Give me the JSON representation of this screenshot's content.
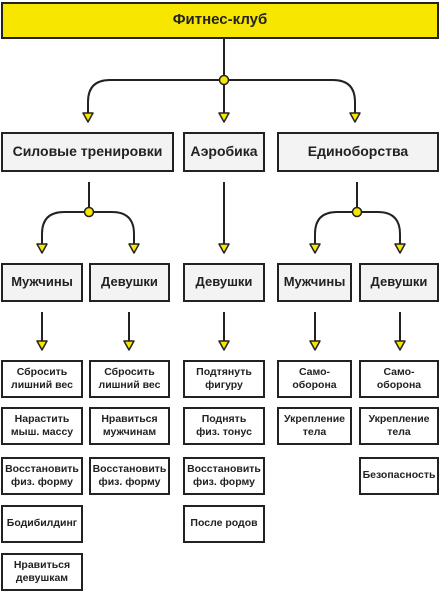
{
  "root": {
    "label": "Фитнес-клуб"
  },
  "branches": {
    "strength": {
      "label": "Силовые тренировки",
      "men": {
        "label": "Мужчины",
        "goals": [
          "Сбросить\nлишний вес",
          "Нарастить\nмыш. массу",
          "Восстановить\nфиз. форму",
          "Бодибилдинг",
          "Нравиться\nдевушкам"
        ]
      },
      "women": {
        "label": "Девушки",
        "goals": [
          "Сбросить\nлишний вес",
          "Нравиться\nмужчинам",
          "Восстановить\nфиз. форму"
        ]
      }
    },
    "aerobics": {
      "label": "Аэробика",
      "women": {
        "label": "Девушки",
        "goals": [
          "Подтянуть\nфигуру",
          "Поднять\nфиз. тонус",
          "Восстановить\nфиз. форму",
          "После родов"
        ]
      }
    },
    "martial": {
      "label": "Единоборства",
      "men": {
        "label": "Мужчины",
        "goals": [
          "Само-\nоборона",
          "Укрепление\nтела"
        ]
      },
      "women": {
        "label": "Девушки",
        "goals": [
          "Само-\nоборона",
          "Укрепление\nтела",
          "Безопасность"
        ]
      }
    }
  },
  "colors": {
    "accent": "#f7e600",
    "stroke": "#222222",
    "fill": "#f3f3f3"
  }
}
